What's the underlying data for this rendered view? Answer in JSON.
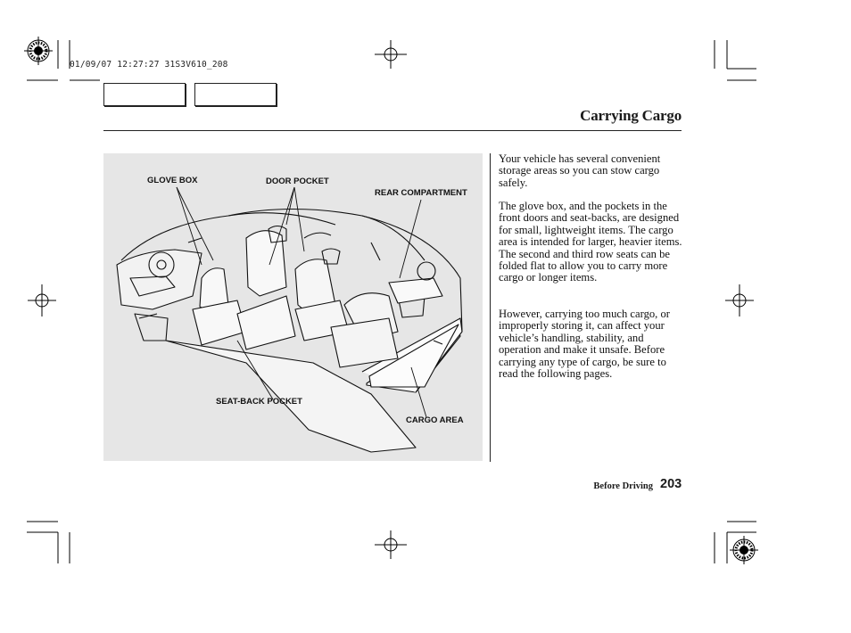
{
  "print_stamp": "01/09/07 12:27:27 31S3V610_208",
  "page_title": "Carrying Cargo",
  "figure": {
    "labels": {
      "glove_box": "GLOVE BOX",
      "door_pocket": "DOOR POCKET",
      "rear_compartment": "REAR COMPARTMENT",
      "seat_back_pocket": "SEAT-BACK POCKET",
      "cargo_area": "CARGO AREA"
    },
    "panel_color": "#e6e6e6"
  },
  "body": {
    "paragraphs": [
      "Your vehicle has several convenient storage areas so you can stow cargo safely.",
      "The glove box, and the pockets in the front doors and seat-backs, are designed for small, lightweight items. The cargo area is intended for larger, heavier items. The second and third row seats can be folded flat to allow you to carry more cargo or longer items.",
      "However, carrying too much cargo, or improperly storing it, can affect your vehicle’s handling, stability, and operation and make it unsafe. Before carrying any type of cargo, be sure to read the following pages."
    ]
  },
  "footer": {
    "section": "Before Driving",
    "page_number": "203"
  }
}
